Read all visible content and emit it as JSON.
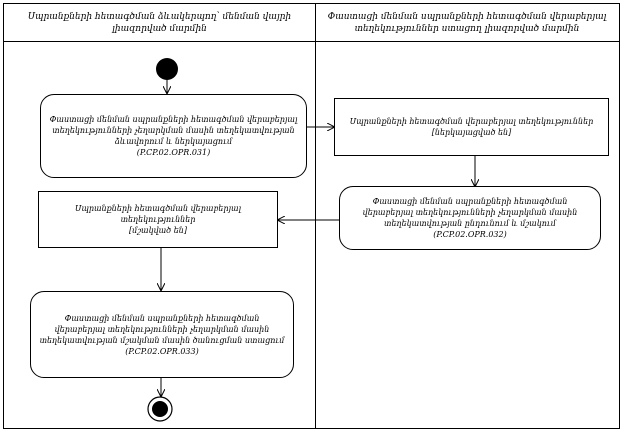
{
  "lanes": {
    "left": "Սպրանքների հետագծման ձևակերպող՝ մենման վայրի լիազորված մարմին",
    "right": "Փաստացի մենման սպրանքների հետագծման վերաբերյալ տեղեկություններ ստացող լիազորված մարմին"
  },
  "nodes": {
    "n1": {
      "text": "Փաստացի մենման սպրանքների հետագծման վերաբերյալ տեղեկությունների չեղարկման մասին տեղեկատվության ձևավորում և ներկայացում",
      "code": "(P.CP.02.OPR.031)"
    },
    "n2": {
      "text": "Սպրանքների հետագծման վերաբերյալ տեղեկություններ",
      "code": "[ներկայացված են]"
    },
    "n3": {
      "text": "Փաստացի մենման սպրանքների հետագծման վերաբերյալ տեղեկությունների չեղարկման մասին տեղեկատվության ընդունում և մշակում",
      "code": "(P.CP.02.OPR.032)"
    },
    "n4": {
      "text": "Սպրանքների հետագծման վերաբերյալ տեղեկություններ",
      "code": "[մշակված են]"
    },
    "n5": {
      "text": "Փաստացի մենման սպրանքների հետագծման վերաբերյալ տեղեկությունների չեղարկման մասին տեղեկատվության մշակման մասին ծանուցման ստացում",
      "code": "(P.CP.02.OPR.033)"
    }
  }
}
